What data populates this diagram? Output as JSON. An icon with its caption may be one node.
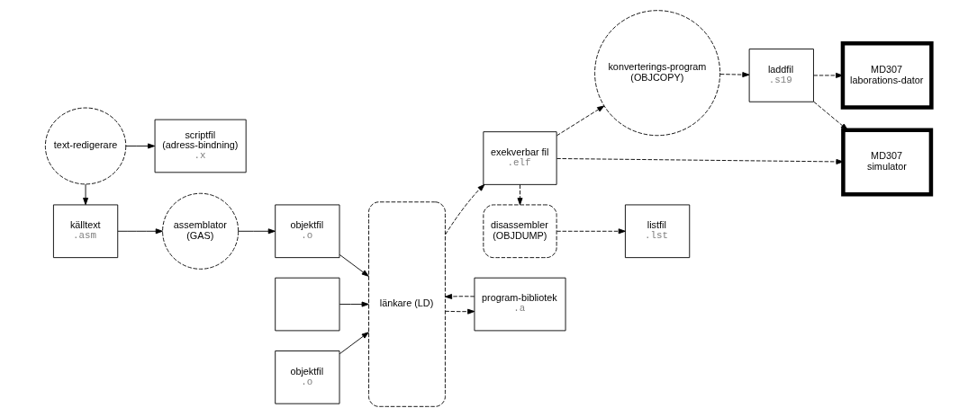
{
  "diagram": {
    "nodes": [
      {
        "text": [
          "text-redigerare"
        ]
      },
      {
        "text": [
          "scriptfil (adress-bindning)",
          ".x"
        ]
      },
      {
        "text": [
          "källtext",
          ".asm"
        ]
      },
      {
        "text": [
          "assemblator (GAS)"
        ]
      },
      {
        "text": [
          "objektfil",
          ".o"
        ]
      },
      {
        "text": [],
        "shape": "box"
      },
      {
        "text": [
          "objektfil",
          ".o"
        ]
      },
      {
        "text": [
          "länkare (LD)"
        ]
      },
      {
        "text": [
          "konverterings-program (OBJCOPY)"
        ]
      },
      {
        "text": [
          "laddfil",
          ".s19"
        ]
      },
      {
        "text": [
          "MD307 laborations-dator"
        ]
      },
      {
        "text": [
          "exekverbar fil",
          ".elf"
        ]
      },
      {
        "text": [
          "MD307 simulator"
        ]
      },
      {
        "text": [
          "disassembler (OBJDUMP)"
        ]
      },
      {
        "text": [
          "listfil",
          ".lst"
        ]
      },
      {
        "text": [
          "program-bibliotek",
          ".a"
        ]
      }
    ],
    "edges": [
      {
        "from": 0,
        "to": 1,
        "arrow": "to"
      },
      {
        "from": 0,
        "to": 2,
        "arrow": "to"
      },
      {
        "from": 2,
        "to": 3,
        "arrow": "to"
      },
      {
        "from": 3,
        "to": 4,
        "arrow": "to"
      },
      {
        "from": 4,
        "to": 7,
        "arrow": "to"
      },
      {
        "from": 5,
        "to": 7,
        "arrow": "to"
      },
      {
        "from": 6,
        "to": 7,
        "arrow": "to"
      },
      {
        "from": 7,
        "to": 11,
        "arrow": "to",
        "style": "dashed"
      },
      {
        "from": 11,
        "to": 8,
        "arrow": "to",
        "style": "dashed"
      },
      {
        "from": 8,
        "to": 9,
        "arrow": "to",
        "style": "dashed"
      },
      {
        "from": 9,
        "to": 10,
        "arrow": "to",
        "style": "dashed"
      },
      {
        "from": 9,
        "to": 12,
        "arrow": "to",
        "style": "dashed"
      },
      {
        "from": 11,
        "to": 12,
        "arrow": "to",
        "style": "dashed"
      },
      {
        "from": 11,
        "to": 13,
        "arrow": "to",
        "style": "dashed"
      },
      {
        "from": 13,
        "to": 14,
        "arrow": "to",
        "style": "dashed"
      },
      {
        "from": 15,
        "to": 7,
        "arrow": "to",
        "style": "dashed"
      },
      {
        "from": 7,
        "to": 15,
        "arrow": "to",
        "style": "dashed"
      }
    ]
  }
}
